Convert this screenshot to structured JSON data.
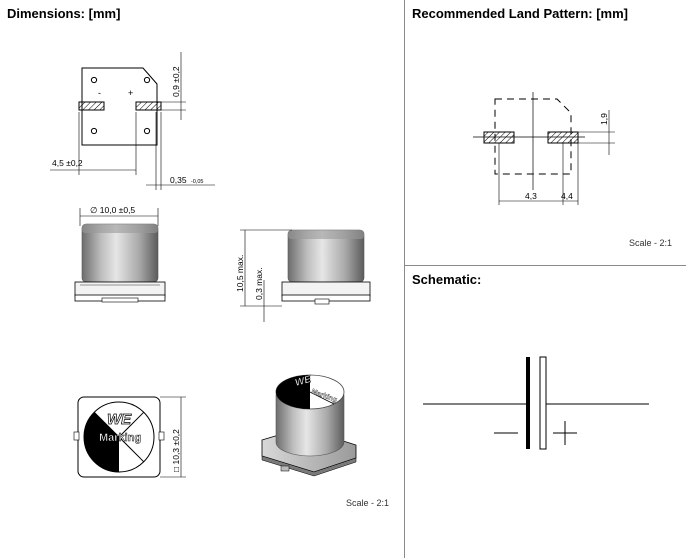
{
  "dimensions": {
    "title": "Dimensions: [mm]",
    "top_view": {
      "minus_sign": "-",
      "plus_sign": "+",
      "pad_pitch_label": "4,5 ±0,2",
      "pad_height_label": "0,9 ±0,2",
      "pad_tolerance_label": "0,35",
      "pad_tolerance_sub": "-0,05"
    },
    "diameter_label": "∅ 10,0 ±0,5",
    "height_label": "10,5 max.",
    "standoff_label": "0,3 max.",
    "base_width_label": "□ 10,3 ±0,2",
    "marking_logo": "WE",
    "marking_text": "Marking",
    "scale": "Scale - 2:1"
  },
  "land_pattern": {
    "title": "Recommended Land Pattern: [mm]",
    "dim_left": "4,3",
    "dim_right": "4,4",
    "dim_height": "1,9",
    "scale": "Scale - 2:1"
  },
  "schematic": {
    "title": "Schematic:"
  }
}
